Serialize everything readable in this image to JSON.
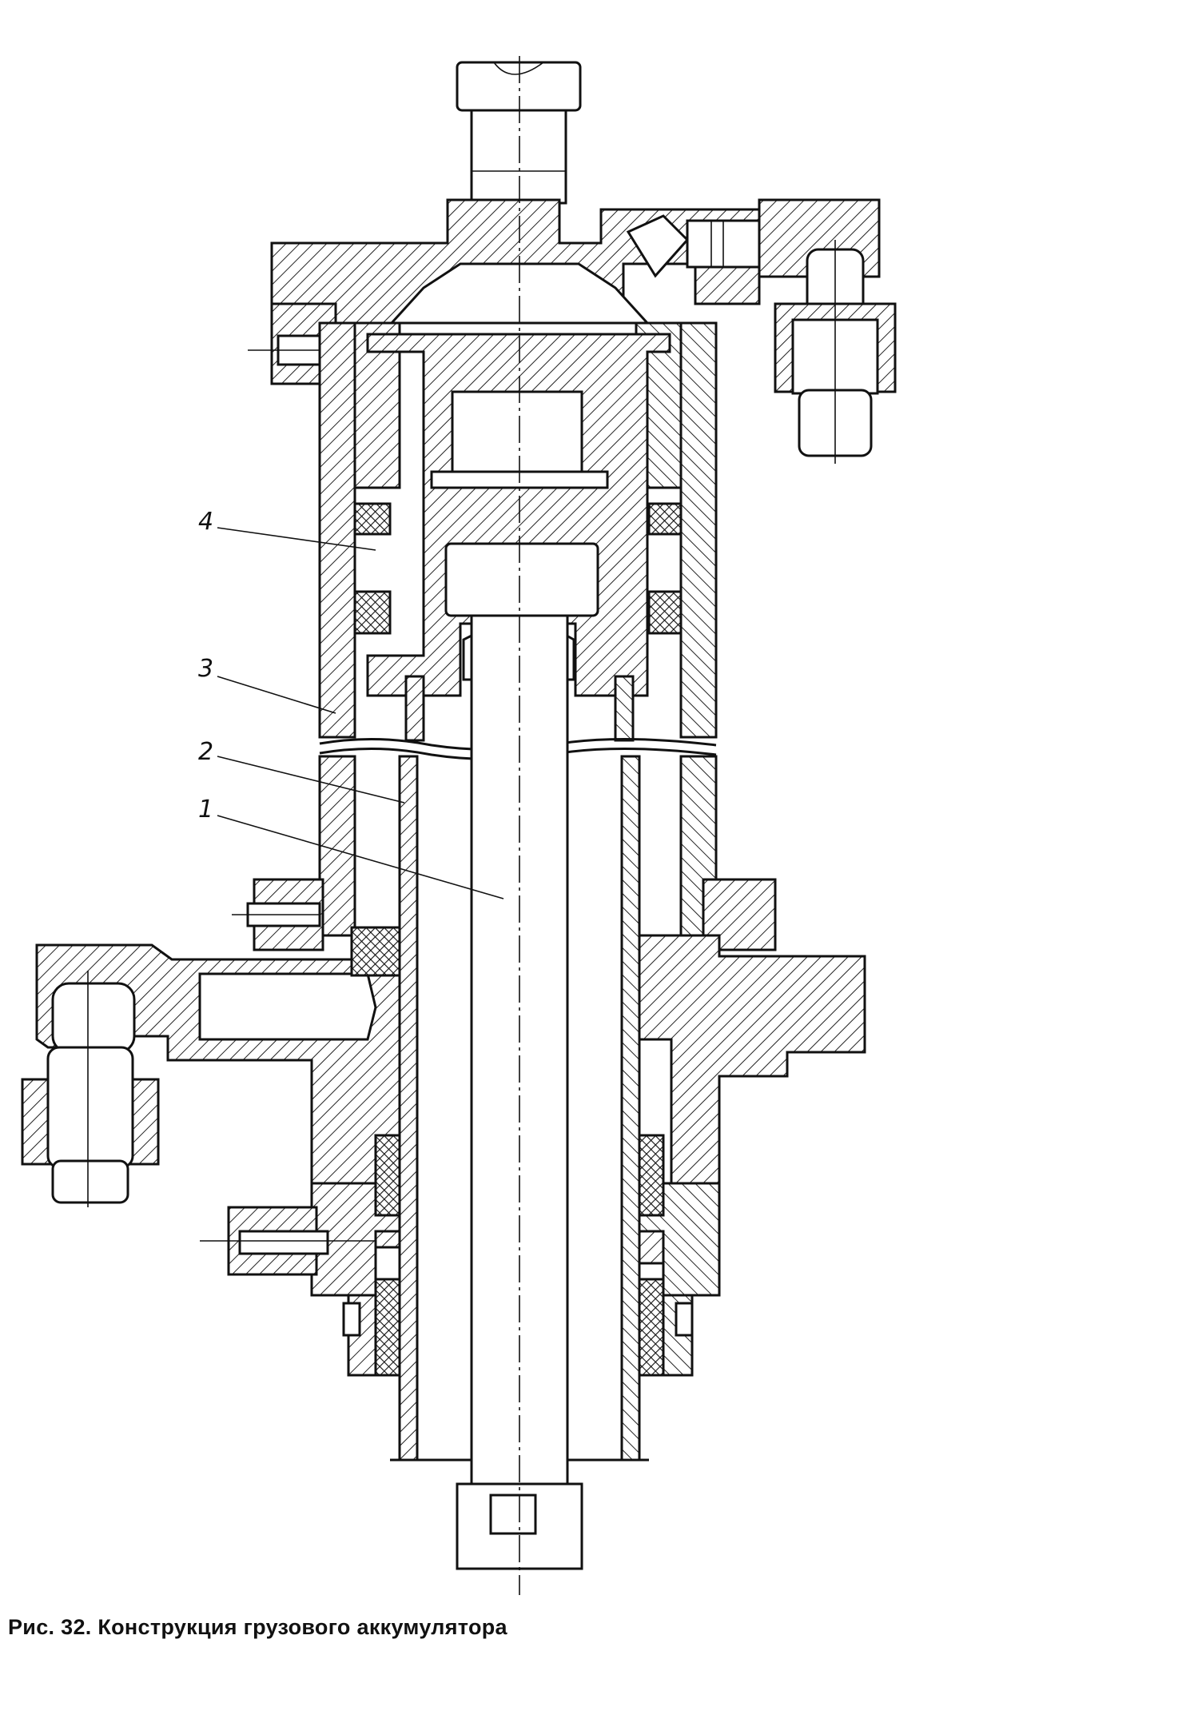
{
  "caption": "Рис. 32. Конструкция грузового аккумулятора",
  "callouts": [
    {
      "id": "4",
      "text": "4"
    },
    {
      "id": "3",
      "text": "3"
    },
    {
      "id": "2",
      "text": "2"
    },
    {
      "id": "1",
      "text": "1"
    }
  ]
}
